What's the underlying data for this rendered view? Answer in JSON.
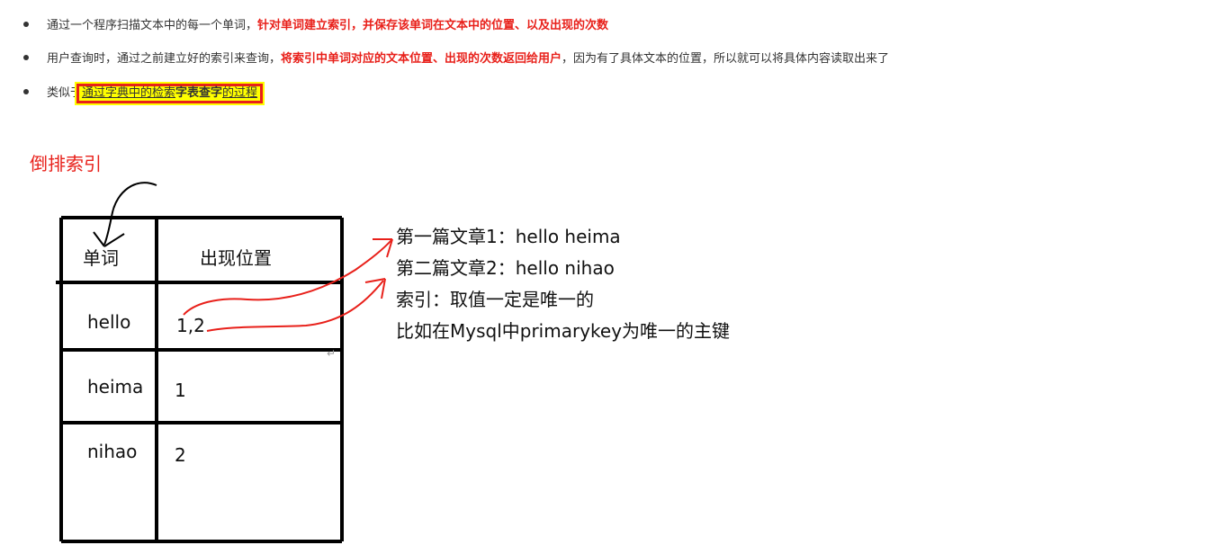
{
  "bullets": [
    {
      "plain": "通过一个程序扫描文本中的每一个单词，",
      "red": "针对单词建立索引，并保存该单词在文本中的位置、以及出现的次数"
    },
    {
      "plain": "用户查询时，通过之前建立好的索引来查询，",
      "red": "将索引中单词对应的文本位置、出现的次数返回给用户",
      "tail": "，因为有了具体文本的位置，所以就可以将具体内容读取出来了"
    },
    {
      "plain": "类似于",
      "highlight_a": "通过字典中的检索",
      "highlight_b": "字表查字",
      "highlight_c": "的过程"
    }
  ],
  "diagram": {
    "title": "倒排索引",
    "headers": [
      "单词",
      "出现位置"
    ],
    "rows": [
      {
        "word": "hello",
        "positions": "1,2"
      },
      {
        "word": "heima",
        "positions": "1"
      },
      {
        "word": "nihao",
        "positions": "2"
      }
    ],
    "notes": [
      "第一篇文章1：hello heima",
      "第二篇文章2：hello nihao",
      "索引：取值一定是唯一的",
      "比如在Mysql中primarykey为唯一的主键"
    ],
    "return_mark": "↵",
    "colors": {
      "red": "#e8201a",
      "highlight": "#ffff00",
      "ink": "#111111"
    }
  }
}
